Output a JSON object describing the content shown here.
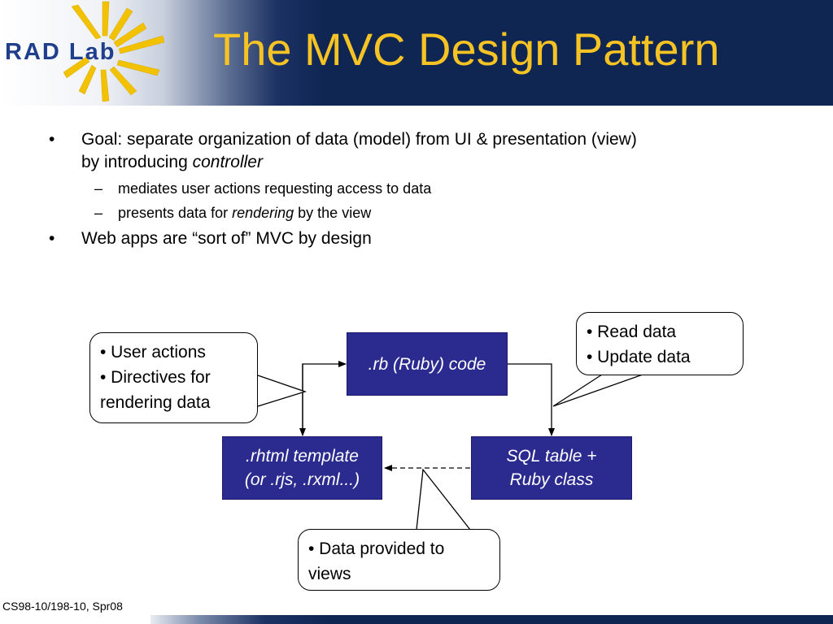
{
  "header": {
    "logo_text": "RAD Lab",
    "title": "The MVC Design Pattern"
  },
  "bullets": {
    "goal_line1": "Goal: separate organization of data (model) from UI & presentation (view)",
    "goal_line2_prefix": "by introducing ",
    "goal_line2_emph": "controller",
    "sub1": "mediates user actions requesting access to data",
    "sub2_prefix": "presents data for ",
    "sub2_emph": "rendering",
    "sub2_suffix": " by the view",
    "web_apps": "Web apps are “sort of” MVC by design",
    "bullet_glyph": "•",
    "dash_glyph": "–"
  },
  "diagram": {
    "controller_box": ".rb (Ruby) code",
    "view_box_line1": ".rhtml template",
    "view_box_line2": "(or .rjs, .rxml...)",
    "model_box_line1": "SQL table +",
    "model_box_line2": "Ruby class",
    "callout_controller": [
      "• User actions",
      "• Directives for",
      "rendering data"
    ],
    "callout_model": [
      "• Read data",
      "• Update data"
    ],
    "callout_data": [
      "• Data provided to",
      "views"
    ]
  },
  "footer": {
    "course": "CS98-10/198-10, Spr08"
  },
  "colors": {
    "header_navy": "#0f2552",
    "title_gold": "#f6c325",
    "box_blue": "#2b2a8f",
    "logo_blue": "#1f3f8c",
    "sunburst_yellow": "#f2c200"
  }
}
